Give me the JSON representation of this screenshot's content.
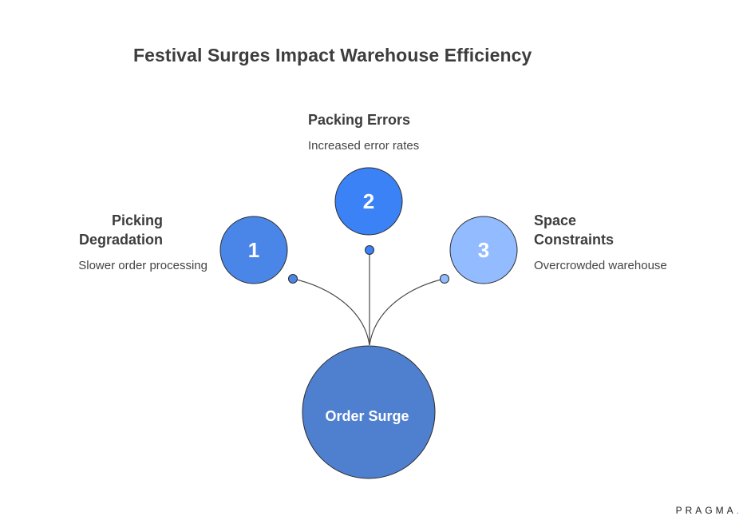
{
  "title": "Festival Surges Impact Warehouse Efficiency",
  "center": {
    "label": "Order Surge",
    "color": "#4f7fcf"
  },
  "items": [
    {
      "number": "1",
      "heading_line1": "Picking",
      "heading_line2": "Degradation",
      "description": "Slower order processing",
      "color": "#4a86e8"
    },
    {
      "number": "2",
      "heading_line1": "Packing Errors",
      "heading_line2": "",
      "description": "Increased error rates",
      "color": "#3b82f6"
    },
    {
      "number": "3",
      "heading_line1": "Space",
      "heading_line2": "Constraints",
      "description": "Overcrowded warehouse",
      "color": "#93bbff"
    }
  ],
  "brand": {
    "text": "PRAGMA",
    "dot": "."
  }
}
